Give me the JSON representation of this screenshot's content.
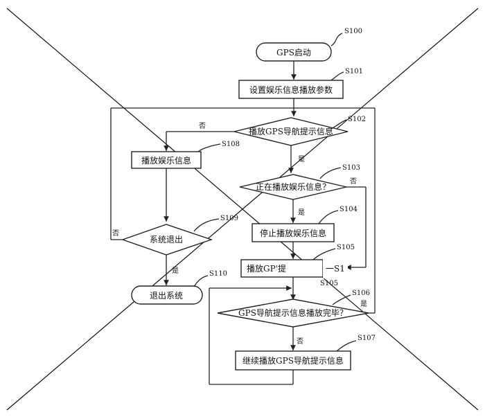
{
  "flowchart": {
    "nodes": {
      "s100": {
        "text": "GPS启动",
        "label": "S100"
      },
      "s101": {
        "text": "设置娱乐信息播放参数",
        "label": "S101"
      },
      "s102": {
        "text": "播放GPS导航提示信息",
        "label": "S102"
      },
      "s103": {
        "text": "正在播放娱乐信息？",
        "label": "S103"
      },
      "s104": {
        "text": "停止播放娱乐信息",
        "label": "S104"
      },
      "s105": {
        "text": "播放GP'提",
        "label": "S105",
        "fragment": "一S1",
        "fragment2": "S105"
      },
      "s106": {
        "text": "GPS导航提示信息播放完毕？",
        "label": "S106"
      },
      "s107": {
        "text": "继续播放GPS导航提示信息",
        "label": "S107"
      },
      "s108": {
        "text": "播放娱乐信息",
        "label": "S108"
      },
      "s109": {
        "text": "系统退出",
        "label": "S109"
      },
      "s110": {
        "text": "退出系统",
        "label": "S110"
      }
    },
    "decisions": {
      "yes": "是",
      "no": "否"
    }
  }
}
